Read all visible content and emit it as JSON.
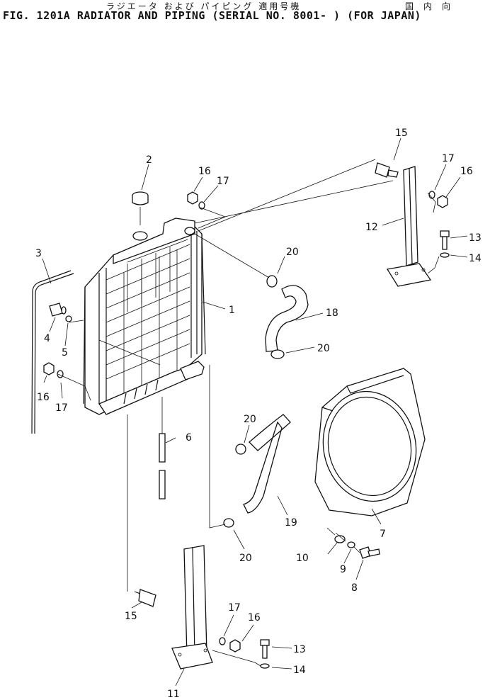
{
  "header": {
    "jp_left": "ラジエータ および パイピング 適用号機",
    "jp_right": "国内向",
    "title": "FIG. 1201A  RADIATOR AND PIPING (SERIAL NO. 8001- ) (FOR JAPAN)"
  },
  "callouts": {
    "c1": "1",
    "c2": "2",
    "c3": "3",
    "c4": "4",
    "c5": "5",
    "c6": "6",
    "c7": "7",
    "c8": "8",
    "c9": "9",
    "c10": "10",
    "c11": "11",
    "c12": "12",
    "c13a": "13",
    "c13b": "13",
    "c14a": "14",
    "c14b": "14",
    "c15a": "15",
    "c15b": "15",
    "c16a": "16",
    "c16b": "16",
    "c16c": "16",
    "c16d": "16",
    "c17a": "17",
    "c17b": "17",
    "c17c": "17",
    "c17d": "17",
    "c18": "18",
    "c19": "19",
    "c20a": "20",
    "c20b": "20",
    "c20c": "20",
    "c20d": "20"
  }
}
